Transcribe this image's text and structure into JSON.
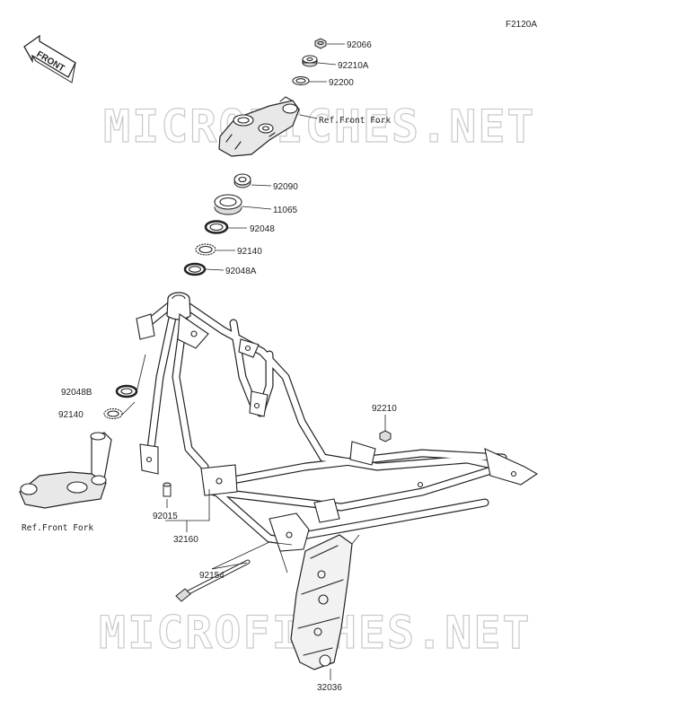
{
  "figure_code": "F2120A",
  "front_badge": "FRONT",
  "watermark": "MICROFICHES.NET",
  "labels": {
    "p92066": "92066",
    "p92210a": "92210A",
    "p92200": "92200",
    "ref_front_fork_top": "Ref.Front Fork",
    "p92090": "92090",
    "p11065": "11065",
    "p92048": "92048",
    "p92140_top": "92140",
    "p92048a": "92048A",
    "p92048b": "92048B",
    "p92140_left": "92140",
    "ref_front_fork_bottom": "Ref.Front Fork",
    "p92210": "92210",
    "p92015": "92015",
    "p32160": "32160",
    "p92154": "92154",
    "p32036": "32036"
  }
}
